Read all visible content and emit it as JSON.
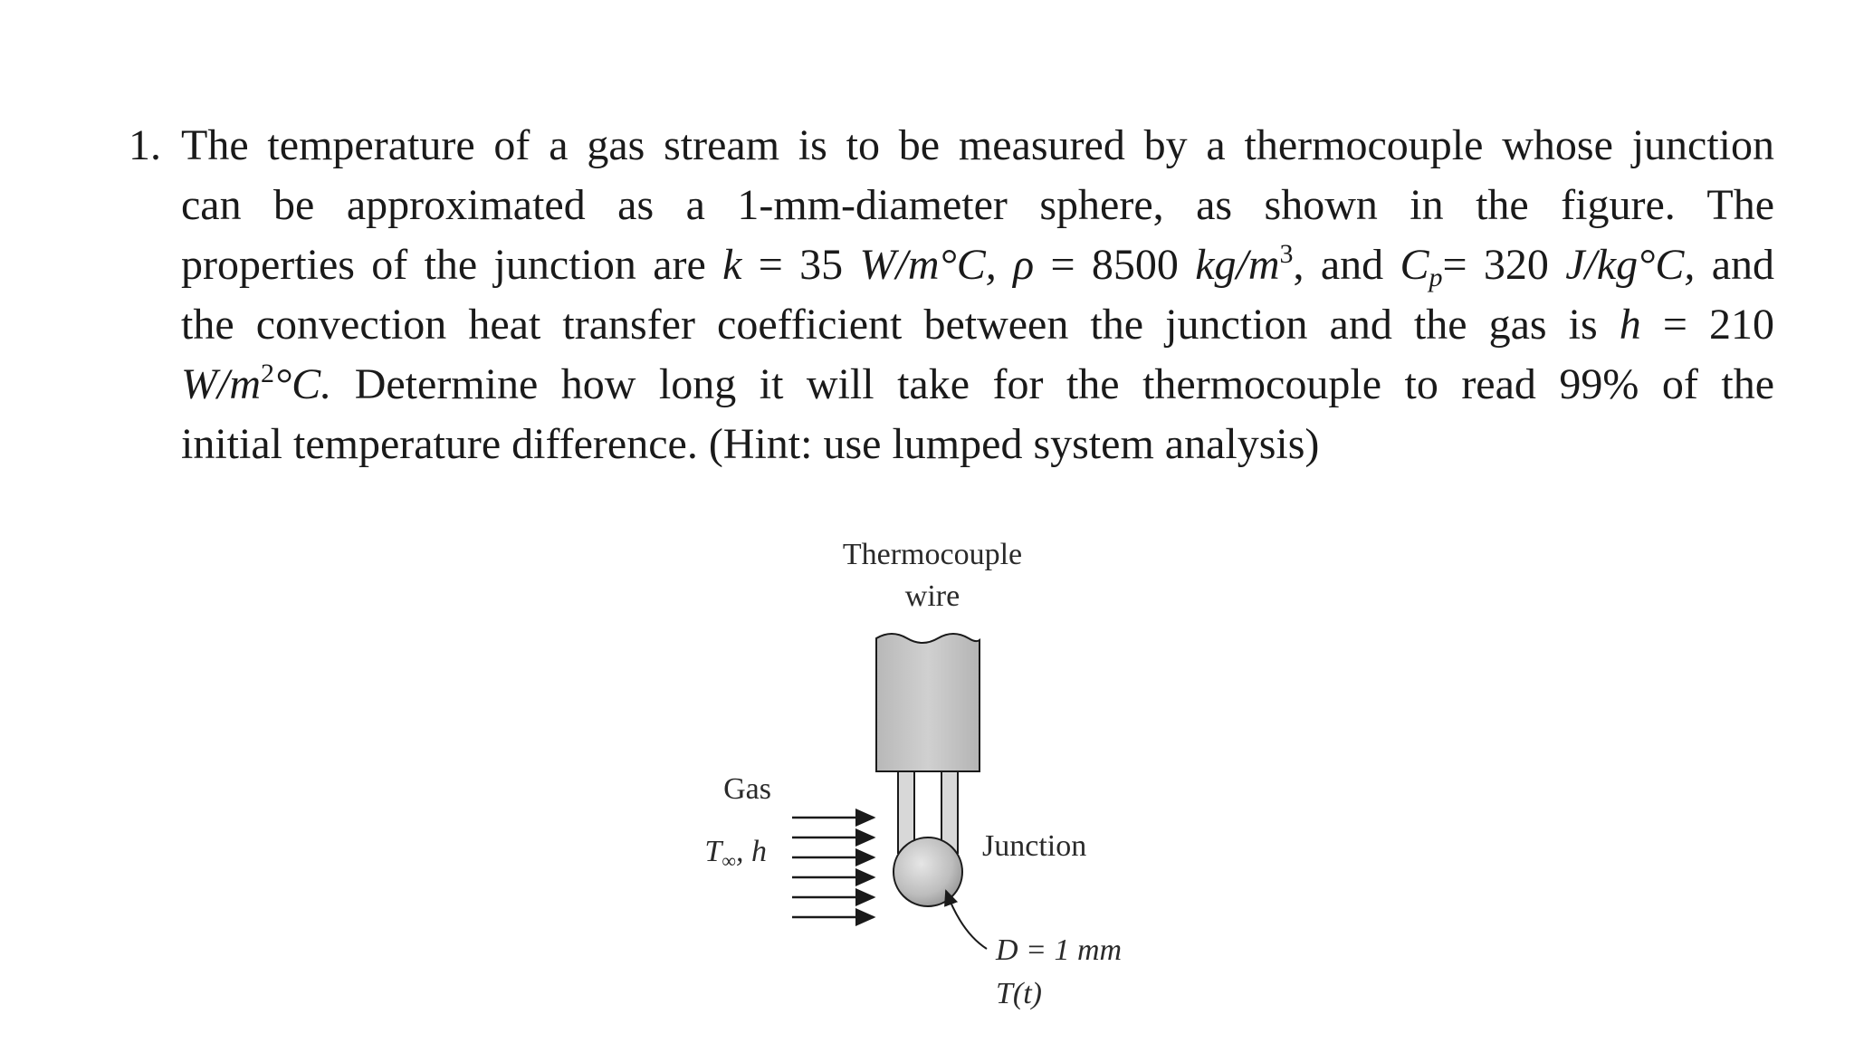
{
  "problem": {
    "number": "1.",
    "lines": [
      "The temperature of a gas stream is to be measured by a thermocouple whose junction",
      "can be approximated as a 1-mm-diameter sphere, as shown in the figure. The",
      "properties of the junction are",
      "the convection heat transfer coefficient between the junction and the gas is",
      "Determine how long it will take for the thermocouple to read 99% of the",
      "initial temperature difference. (Hint: use lumped system analysis)"
    ],
    "props": {
      "k": "k",
      "k_val": " = 35 ",
      "k_unit": "W/m°C,",
      "rho": "ρ",
      "rho_val": " = 8500 ",
      "rho_unit": "kg/m",
      "rho_exp": "3",
      "and1": ", and ",
      "cp": "C",
      "cp_sub": "p",
      "cp_val": "= 320 ",
      "cp_unit": "J/kg°C,",
      "and2": " and"
    },
    "h_sym": "h",
    "h_val": "= 210",
    "h_unit_a": "W/m",
    "h_unit_exp": "2",
    "h_unit_b": "°C."
  },
  "figure": {
    "wire_label_1": "Thermocouple",
    "wire_label_2": "wire",
    "gas_label": "Gas",
    "gas_cond_T": "T",
    "gas_cond_sub": "∞",
    "gas_cond_h": ", h",
    "junction_label": "Junction",
    "diameter_label": "D = 1 mm",
    "temp_label": "T(t)"
  }
}
